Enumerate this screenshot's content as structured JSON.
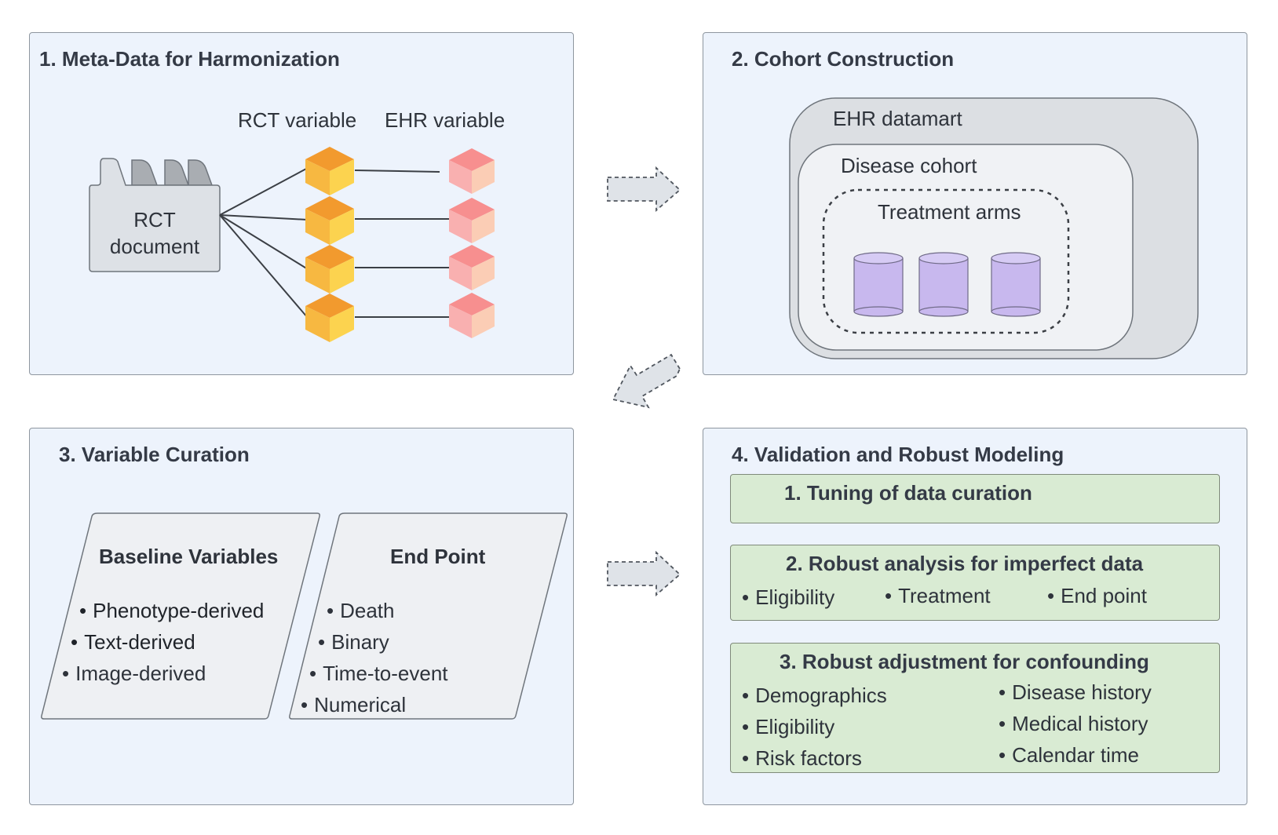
{
  "panel1": {
    "title": "1. Meta-Data for Harmonization",
    "rct_header": "RCT variable",
    "ehr_header": "EHR variable",
    "document_line1": "RCT",
    "document_line2": "document"
  },
  "panel2": {
    "title": "2. Cohort Construction",
    "datamart": "EHR datamart",
    "disease_cohort": "Disease cohort",
    "treatment_arms": "Treatment arms"
  },
  "panel3": {
    "title": "3. Variable Curation",
    "baseline": {
      "title": "Baseline Variables",
      "items": [
        "Phenotype-derived",
        "Text-derived",
        "Image-derived"
      ]
    },
    "endpoint": {
      "title": "End Point",
      "items": [
        "Death",
        "Binary",
        "Time-to-event",
        "Numerical"
      ]
    }
  },
  "panel4": {
    "title": "4. Validation and Robust Modeling",
    "box1": {
      "title": "1. Tuning of data curation"
    },
    "box2": {
      "title": "2. Robust analysis for imperfect data",
      "items": [
        "Eligibility",
        "Treatment",
        "End point"
      ]
    },
    "box3": {
      "title": "3. Robust adjustment for confounding",
      "left_items": [
        "Demographics",
        "Eligibility",
        "Risk factors"
      ],
      "right_items": [
        "Disease history",
        "Medical history",
        "Calendar time"
      ]
    }
  },
  "colors": {
    "panel_bg": "#edf3fc",
    "rct_cube": "#f7a535",
    "ehr_cube": "#f9a7a0",
    "cylinder": "#c8b8ee",
    "green_box": "#d9ebd3"
  }
}
